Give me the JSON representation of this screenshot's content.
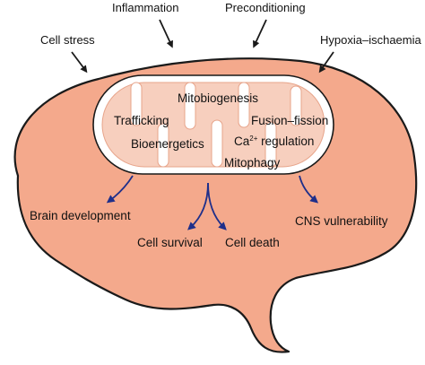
{
  "inputs": {
    "cell_stress": "Cell stress",
    "inflammation": "Inflammation",
    "preconditioning": "Preconditioning",
    "hypoxia": "Hypoxia–ischaemia"
  },
  "mito_processes": {
    "mitobiogenesis": "Mitobiogenesis",
    "trafficking": "Trafficking",
    "fusion_fission": "Fusion–fission",
    "bioenergetics": "Bioenergetics",
    "ca_regulation_prefix": "Ca",
    "ca_regulation_sup": "2+",
    "ca_regulation_suffix": " regulation",
    "mitophagy": "Mitophagy"
  },
  "outcomes": {
    "brain_development": "Brain development",
    "cns_vulnerability": "CNS vulnerability",
    "cell_survival": "Cell survival",
    "cell_death": "Cell death"
  },
  "colors": {
    "brain_fill": "#f4a98c",
    "brain_stroke": "#1a1a1a",
    "mito_outer": "#ffffff",
    "mito_cristae": "#f7cfbe",
    "outcome_arrow": "#1f2f8a",
    "input_arrow": "#1a1a1a"
  }
}
